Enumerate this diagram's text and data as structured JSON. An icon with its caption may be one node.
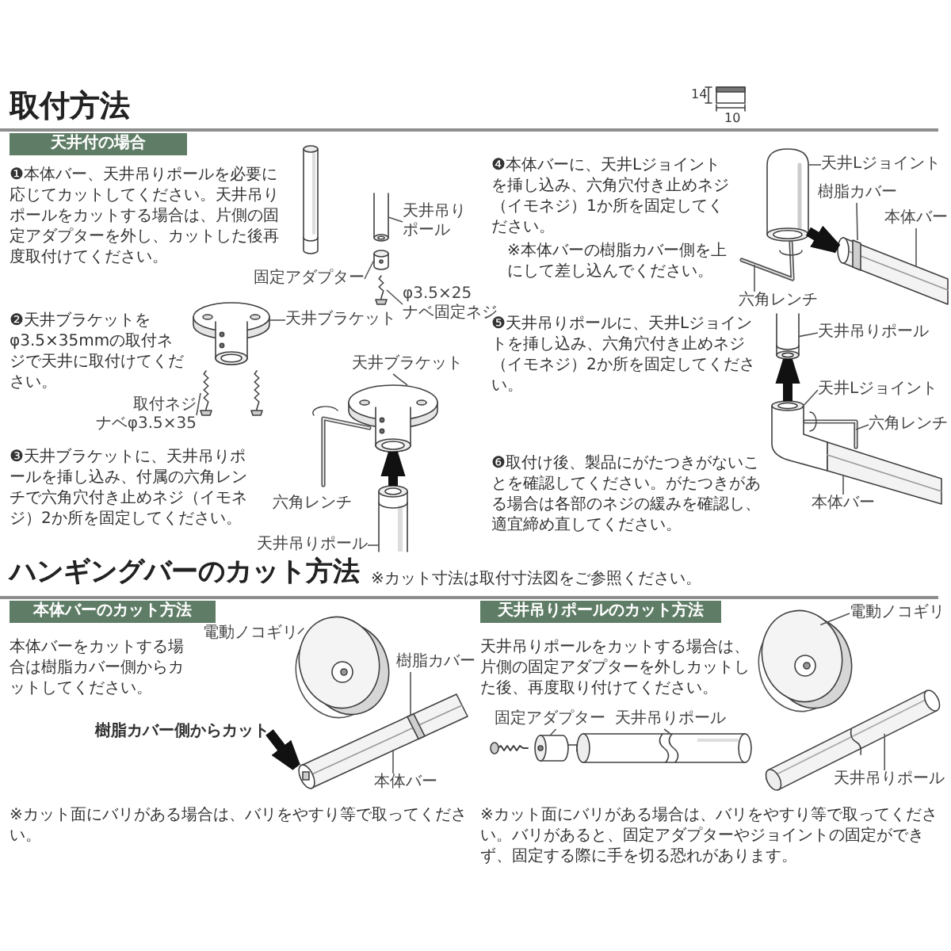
{
  "diagram": {
    "title": "取付方法",
    "nodes": [
      {
        "text": [
          "天井付の場合"
        ]
      },
      {
        "text": [
          "天井吊りポール"
        ]
      },
      {
        "text": [],
        "shape": "picture"
      },
      {
        "text": [
          "固定アダプター"
        ]
      },
      {
        "text": [],
        "shape": "cylinder"
      },
      {
        "text": [
          "φ3.5×25",
          "ナベ固定ネジ"
        ]
      },
      {
        "text": [],
        "shape": "picture"
      },
      {
        "text": [],
        "shape": "picture"
      },
      {
        "text": [
          "天井ブラケット"
        ]
      },
      {
        "text": [
          "取付ネジ",
          "ナベφ3.5×35"
        ]
      },
      {
        "text": [],
        "shape": "picture"
      },
      {
        "text": [
          "天井ブラケット"
        ]
      },
      {
        "text": [],
        "shape": "picture"
      },
      {
        "text": [],
        "shape": "picture"
      },
      {
        "text": [
          "天井吊りポール"
        ]
      },
      {
        "text": [],
        "shape": "picture"
      },
      {
        "text": [
          "天井Lジョイント"
        ]
      },
      {
        "text": [
          "樹脂カバー"
        ]
      },
      {
        "text": [],
        "shape": "picture"
      },
      {
        "text": [],
        "shape": "box",
        "in": 18
      },
      {
        "text": [
          "本体バー"
        ]
      },
      {
        "text": [],
        "shape": "picture"
      },
      {
        "text": [
          "六角レンチ"
        ]
      },
      {
        "text": [],
        "shape": "picture"
      },
      {
        "text": [
          "天井吊りポール"
        ]
      },
      {
        "text": [
          "天井Lジョイント"
        ]
      },
      {
        "text": [],
        "shape": "picture"
      },
      {
        "text": [],
        "shape": "picture"
      },
      {
        "text": [
          "六角レンチ"
        ]
      },
      {
        "text": [],
        "shape": "picture"
      },
      {
        "text": [
          "本体バー"
        ]
      },
      {
        "text": [
          "本体バーのカット方法"
        ]
      },
      {
        "text": [
          "電動ノコギリ"
        ]
      },
      {
        "text": [],
        "shape": "picture"
      },
      {
        "text": [
          "樹脂カバー"
        ]
      },
      {
        "text": [],
        "shape": "picture"
      },
      {
        "text": [],
        "shape": "box",
        "in": 35
      },
      {
        "text": [
          "樹脂カバー側からカット"
        ]
      },
      {
        "text": [
          "本体バー"
        ]
      },
      {
        "text": [
          "天井吊りポールのカット方法"
        ]
      },
      {
        "text": [
          "固定アダプター"
        ]
      },
      {
        "text": [
          "天井吊りポール"
        ]
      },
      {
        "text": [],
        "shape": "picture"
      },
      {
        "text": [],
        "shape": "cylinder"
      },
      {
        "text": [],
        "shape": "picture"
      },
      {
        "text": [],
        "shape": "picture"
      },
      {
        "text": [
          "電動ノコギリ"
        ]
      },
      {
        "text": [],
        "shape": "picture"
      },
      {
        "text": [
          "天井吊りポール"
        ]
      }
    ],
    "edges": [
      {
        "from": 1,
        "to": 2,
        "arrow": "none"
      },
      {
        "from": 3,
        "to": 4,
        "arrow": "none"
      },
      {
        "from": 5,
        "to": 6,
        "arrow": "none"
      },
      {
        "from": 8,
        "to": 7,
        "arrow": "none"
      },
      {
        "from": 9,
        "to": 10,
        "arrow": "none"
      },
      {
        "from": 11,
        "to": 12,
        "arrow": "none"
      },
      {
        "from": 14,
        "to": 13,
        "arrow": "none"
      },
      {
        "from": 16,
        "to": 15,
        "arrow": "none"
      },
      {
        "from": 17,
        "to": 19,
        "arrow": "none"
      },
      {
        "from": 20,
        "to": 18,
        "arrow": "none"
      },
      {
        "from": 22,
        "to": 21,
        "arrow": "none"
      },
      {
        "from": 24,
        "to": 23,
        "arrow": "none"
      },
      {
        "from": 25,
        "to": 26,
        "arrow": "none"
      },
      {
        "from": 28,
        "to": 27,
        "arrow": "none"
      },
      {
        "from": 30,
        "to": 29,
        "arrow": "none"
      },
      {
        "from": 32,
        "to": 33,
        "arrow": "none"
      },
      {
        "from": 34,
        "to": 36,
        "arrow": "none"
      },
      {
        "from": 38,
        "to": 35,
        "arrow": "none"
      },
      {
        "from": 40,
        "to": 43,
        "arrow": "none"
      },
      {
        "from": 41,
        "to": 44,
        "arrow": "none"
      },
      {
        "from": 46,
        "to": 45,
        "arrow": "none"
      },
      {
        "from": 48,
        "to": 47,
        "arrow": "none"
      },
      {
        "from": 13,
        "to": 12,
        "arrow": "to",
        "style": "thick",
        "color": "#111111"
      },
      {
        "from": 15,
        "to": 18,
        "arrow": "to",
        "style": "thick",
        "color": "#111111"
      },
      {
        "from": 26,
        "to": 23,
        "arrow": "to",
        "style": "thick",
        "color": "#111111"
      },
      {
        "from": 37,
        "to": 35,
        "arrow": "to",
        "style": "thick",
        "color": "#111111"
      }
    ],
    "labels": [
      "14",
      "10",
      "❶本体バー、天井吊りポールを必要に応じてカットしてください。天井吊りポールをカットする場合は、片側の固定アダプターを外し、カットした後再度取付けてください。",
      "❷天井ブラケットをφ3.5×35mmの取付ネジで天井に取付けてください。",
      "❸天井ブラケットに、天井吊りポールを挿し込み、付属の六角レンチで六角穴付き止めネジ（イモネジ）2か所を固定してください。",
      "六角レンチ",
      "❹本体バーに、天井Lジョイントを挿し込み、六角穴付き止めネジ（イモネジ）1か所を固定してください。",
      "※本体バーの樹脂カバー側を上にして差し込んでください。",
      "❺天井吊りポールに、天井Lジョイントを挿し込み、六角穴付き止めネジ（イモネジ）2か所を固定してください。",
      "❻取付け後、製品にがたつきがないことを確認してください。がたつきがある場合は各部のネジの緩みを確認し、適宜締め直してください。",
      "ハンギングバーのカット方法",
      "※カット寸法は取付寸法図をご参照ください。",
      "本体バーをカットする場合は樹脂カバー側からカットしてください。",
      "※カット面にバリがある場合は、バリをやすり等で取ってください。",
      "天井吊りポールをカットする場合は、片側の固定アダプターを外しカットした後、再度取り付けてください。",
      "※カット面にバリがある場合は、バリをやすり等で取ってください。バリがあると、固定アダプターやジョイントの固定ができず、固定する際に手を切る恐れがあります。"
    ]
  }
}
